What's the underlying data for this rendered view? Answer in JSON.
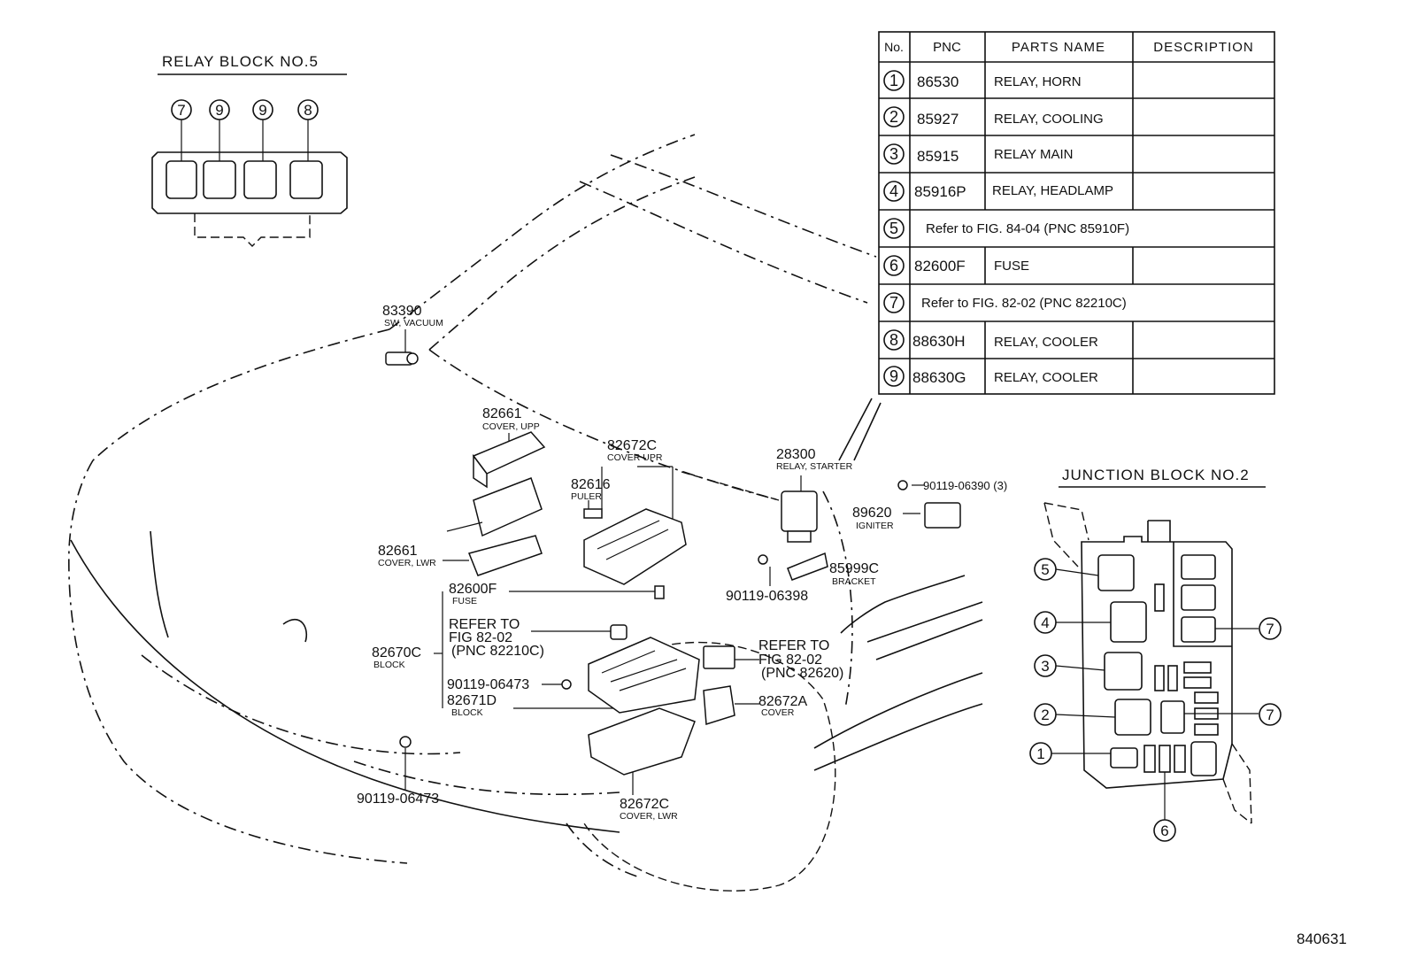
{
  "relay_block": {
    "title": "RELAY BLOCK NO.5",
    "slots": [
      "7",
      "9",
      "9",
      "8"
    ]
  },
  "junction_block": {
    "title": "JUNCTION BLOCK NO.2",
    "callouts": [
      "5",
      "4",
      "3",
      "2",
      "1",
      "7",
      "7",
      "6"
    ]
  },
  "table": {
    "headers": {
      "no": "No.",
      "pnc": "PNC",
      "parts_name": "PARTS NAME",
      "description": "DESCRIPTION"
    },
    "rows": [
      {
        "no": "1",
        "pnc": "86530",
        "name": "RELAY, HORN",
        "desc": ""
      },
      {
        "no": "2",
        "pnc": "85927",
        "name": "RELAY, COOLING",
        "desc": ""
      },
      {
        "no": "3",
        "pnc": "85915",
        "name": "RELAY MAIN",
        "desc": ""
      },
      {
        "no": "4",
        "pnc": "85916P",
        "name": "RELAY, HEADLAMP",
        "desc": ""
      },
      {
        "no": "5",
        "span": "Refer to FIG. 84-04 (PNC 85910F)"
      },
      {
        "no": "6",
        "pnc": "82600F",
        "name": "FUSE",
        "desc": ""
      },
      {
        "no": "7",
        "span": "Refer to FIG. 82-02 (PNC 82210C)"
      },
      {
        "no": "8",
        "pnc": "88630H",
        "name": "RELAY, COOLER",
        "desc": ""
      },
      {
        "no": "9",
        "pnc": "88630G",
        "name": "RELAY, COOLER",
        "desc": ""
      }
    ]
  },
  "parts": {
    "sw_vacuum": {
      "pnc": "83390",
      "name": "SW, VACUUM"
    },
    "cover_upp": {
      "pnc": "82661",
      "name": "COVER, UPP"
    },
    "cover_lwr_small": {
      "pnc": "82661",
      "name": "COVER, LWR"
    },
    "cover_upr": {
      "pnc": "82672C",
      "name": "COVER UPR"
    },
    "puller": {
      "pnc": "82616",
      "name": "PULER"
    },
    "fuse": {
      "pnc": "82600F",
      "name": "FUSE"
    },
    "refer_1": {
      "line1": "REFER TO",
      "line2": "FIG 82-02",
      "line3": "(PNC 82210C)"
    },
    "block": {
      "pnc": "82670C",
      "name": "BLOCK"
    },
    "screw_1": {
      "pnc": "90119-06473"
    },
    "block_d": {
      "pnc": "82671D",
      "name": "BLOCK"
    },
    "refer_2": {
      "line1": "REFER TO",
      "line2": "FIG 82-02",
      "line3": "(PNC 82620)"
    },
    "cover_a": {
      "pnc": "82672A",
      "name": "COVER"
    },
    "cover_lwr_big": {
      "pnc": "82672C",
      "name": "COVER, LWR"
    },
    "screw_2": {
      "pnc": "90119-06473"
    },
    "relay_starter": {
      "pnc": "28300",
      "name": "RELAY, STARTER"
    },
    "screw_3": {
      "pnc": "90119-06398"
    },
    "bracket": {
      "pnc": "85999C",
      "name": "BRACKET"
    },
    "screw_4": {
      "pnc": "90119-06390 (3)"
    },
    "igniter": {
      "pnc": "89620",
      "name": "IGNITER"
    }
  },
  "figure_number": "840631"
}
